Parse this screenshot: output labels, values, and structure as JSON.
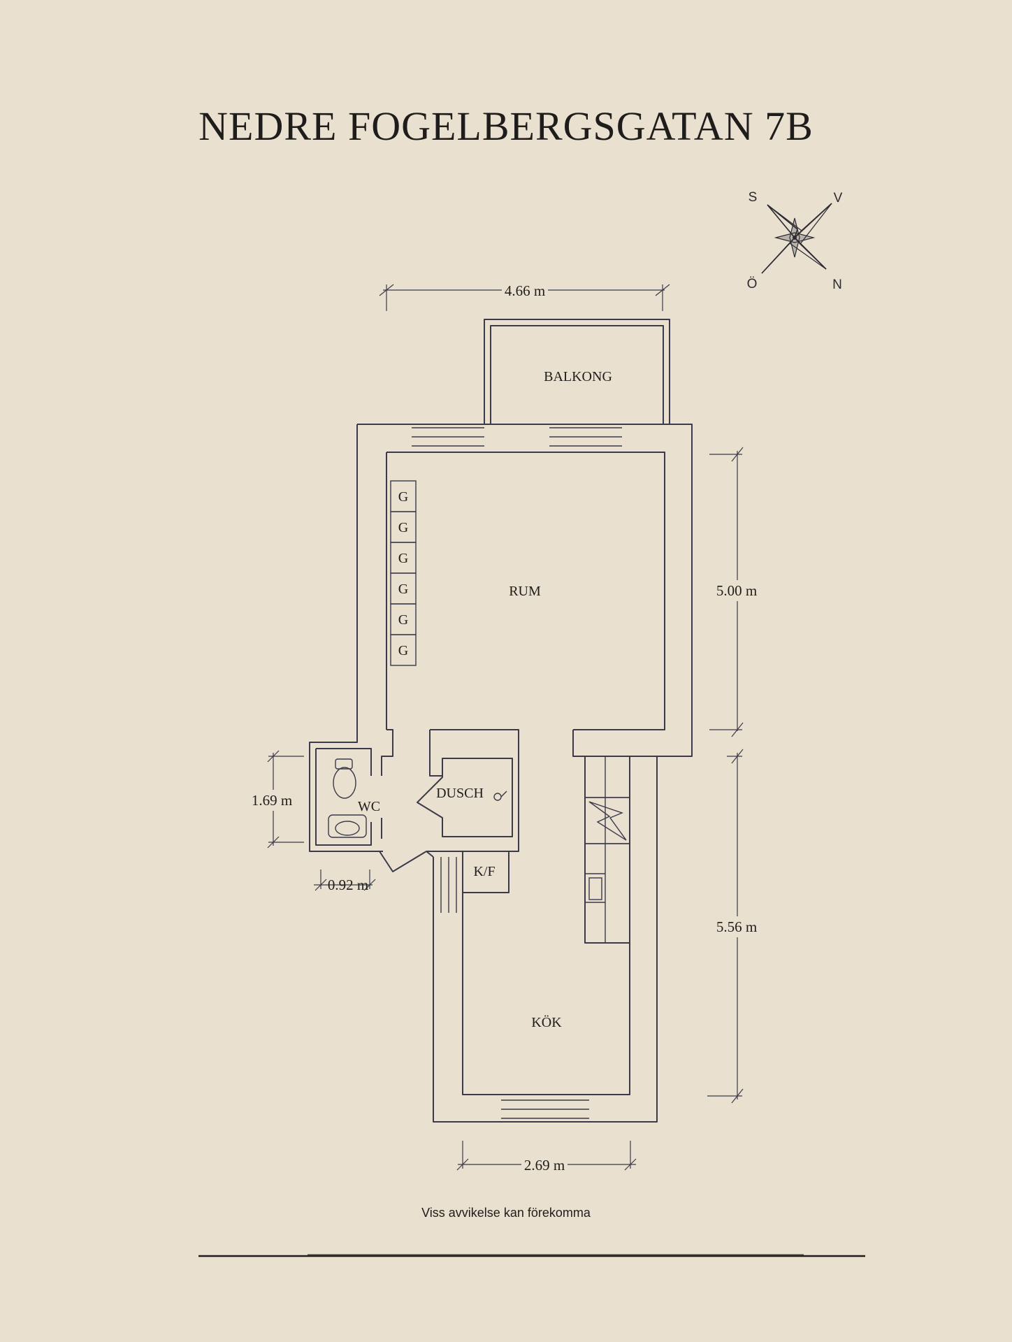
{
  "title": "NEDRE FOGELBERGSGATAN 7B",
  "compass": {
    "s": "S",
    "v": "V",
    "o": "Ö",
    "n": "N"
  },
  "rooms": {
    "balkong": "BALKONG",
    "rum": "RUM",
    "dusch": "DUSCH",
    "wc": "WC",
    "kf": "K/F",
    "kok": "KÖK",
    "wardrobe": [
      "G",
      "G",
      "G",
      "G",
      "G",
      "G"
    ]
  },
  "dimensions": {
    "top_width": "4.66 m",
    "rum_height": "5.00 m",
    "kok_height": "5.56 m",
    "wc_height": "1.69 m",
    "wc_width": "0.92 m",
    "bottom_width": "2.69 m"
  },
  "footer_note": "Viss avvikelse kan förekomma"
}
